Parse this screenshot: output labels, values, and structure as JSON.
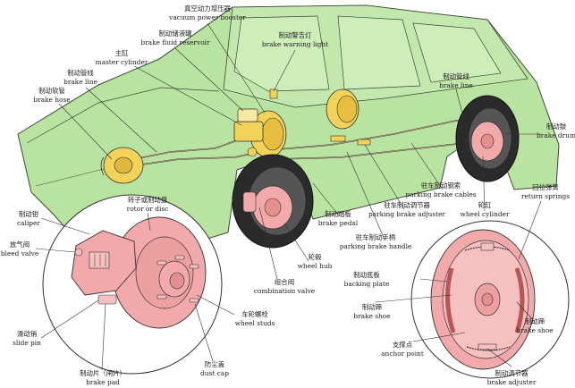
{
  "labels": {
    "vacuum_booster": {
      "zh": "真空动力增压器",
      "en": "vacuum power booster"
    },
    "brake_fluid_reservoir": {
      "zh": "制动储液罐",
      "en": "brake fluid reservoir"
    },
    "brake_warning_light": {
      "zh": "制动警告灯",
      "en": "brake warning light"
    },
    "master_cylinder": {
      "zh": "主缸",
      "en": "master cylinder"
    },
    "brake_line_front": {
      "zh": "制动管线",
      "en": "brake line"
    },
    "brake_hose": {
      "zh": "制动软管",
      "en": "brake hose"
    },
    "brake_line_rear": {
      "zh": "制动管线",
      "en": "brake line"
    },
    "brake_drum": {
      "zh": "制动鼓",
      "en": "brake drum"
    },
    "parking_brake_cables": {
      "zh": "驻车制动钢索",
      "en": "parking brake cables"
    },
    "parking_brake_adjuster": {
      "zh": "驻车制动调节器",
      "en": "parking brake adjuster"
    },
    "wheel_cylinder": {
      "zh": "轮缸",
      "en": "wheel cylinder"
    },
    "return_springs": {
      "zh": "回位弹簧",
      "en": "return springs"
    },
    "rotor_or_disc": {
      "zh": "转子或制动盘",
      "en": "rotor or disc"
    },
    "brake_pedal": {
      "zh": "制动踏板",
      "en": "brake pedal"
    },
    "parking_brake_handle": {
      "zh": "驻车制动手柄",
      "en": "parking brake handle"
    },
    "caliper": {
      "zh": "制动钳",
      "en": "caliper"
    },
    "bleed_valve": {
      "zh": "放气阀",
      "en": "bleed valve"
    },
    "wheel_hub": {
      "zh": "轮毂",
      "en": "wheel hub"
    },
    "combination_valve": {
      "zh": "组合阀",
      "en": "combination valve"
    },
    "backing_plate": {
      "zh": "制动底板",
      "en": "backing plate"
    },
    "wheel_studs": {
      "zh": "车轮螺栓",
      "en": "wheel studs"
    },
    "brake_shoe_left": {
      "zh": "制动蹄",
      "en": "brake shoe"
    },
    "brake_shoe_right": {
      "zh": "制动蹄",
      "en": "brake shoe"
    },
    "slide_pin": {
      "zh": "滑动销",
      "en": "slide pin"
    },
    "anchor_point": {
      "zh": "支撑点",
      "en": "anchor point"
    },
    "dust_cap": {
      "zh": "防尘盖",
      "en": "dust cap"
    },
    "brake_pad": {
      "zh": "制动片（闸片）",
      "en": "brake pad"
    },
    "brake_adjuster": {
      "zh": "制动调节器",
      "en": "brake adjuster"
    }
  },
  "colors": {
    "car_body": "#b9e3a0",
    "car_outline": "#3a4a35",
    "brake_parts": "#f1a9a9",
    "brass_parts": "#f3d25a",
    "tire": "#2b2b2b"
  }
}
